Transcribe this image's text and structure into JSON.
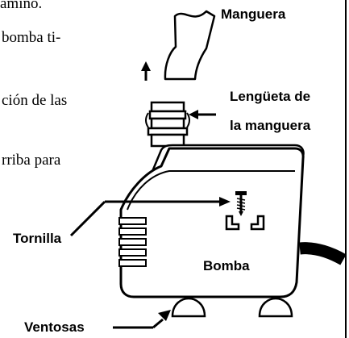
{
  "text_fragments": [
    "amino.",
    "bomba ti-",
    "ción de las",
    "rriba para"
  ],
  "labels": {
    "hose": "Manguera",
    "hose_tab_line1": "Lengüeta de",
    "hose_tab_line2": "la manguera",
    "screw": "Tornilla",
    "pump": "Bomba",
    "suction_cups": "Ventosas"
  },
  "colors": {
    "ink": "#000000",
    "paper": "#ffffff"
  }
}
